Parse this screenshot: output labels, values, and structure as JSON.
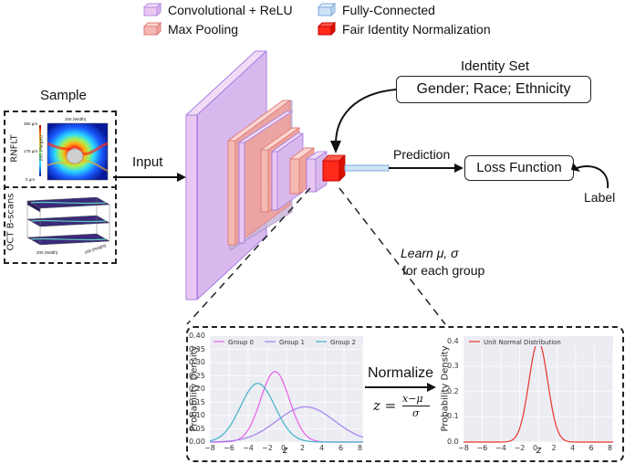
{
  "legend": [
    {
      "label": "Convolutional + ReLU",
      "color": "#e8c8f2",
      "edge": "#b78be0"
    },
    {
      "label": "Fully-Connected",
      "color": "#cfe3f7",
      "edge": "#7ea9d8"
    },
    {
      "label": "Max Pooling",
      "color": "#f4b9b3",
      "edge": "#e07d78"
    },
    {
      "label": "Fair Identity Normalization",
      "color": "#ff2a1a",
      "edge": "#c40000"
    }
  ],
  "sample": {
    "title": "Sample",
    "rnflt_label": "RNFLT",
    "oct_label": "OCT B-scans",
    "rnflt_width_tick": "200 (Width)",
    "rnflt_height_tick": "200 (Height)",
    "rnflt_cbar_top": "350 μm",
    "rnflt_cbar_mid": "175 μm",
    "rnflt_cbar_bot": "0 μm",
    "oct_width_tick": "200 (Width)",
    "oct_depth_tick": "200 (Height)"
  },
  "input_label": "Input",
  "identity_set": {
    "title": "Identity Set",
    "value": "Gender; Race; Ethnicity"
  },
  "prediction_label": "Prediction",
  "loss_label": "Loss Function",
  "label_text": "Label",
  "learn_text_line1": "Learn μ, σ",
  "learn_text_line2": "for each group",
  "normalize": {
    "title": "Normalize",
    "formula_lhs": "z =",
    "formula_num": "x−μ",
    "formula_den": "σ"
  },
  "left_plot": {
    "ylabel": "Probability Density",
    "xlabel": "z",
    "xticks": [
      "−8",
      "−6",
      "−4",
      "−2",
      "0",
      "2",
      "4",
      "6",
      "8"
    ],
    "yticks": [
      "0.00",
      "0.05",
      "0.10",
      "0.15",
      "0.20",
      "0.25",
      "0.30",
      "0.35",
      "0.40"
    ]
  },
  "right_plot": {
    "ylabel": "Probability Density",
    "xlabel": "z",
    "xticks": [
      "−8",
      "−6",
      "−4",
      "−2",
      "0",
      "2",
      "4",
      "6",
      "8"
    ],
    "yticks": [
      "0.0",
      "0.1",
      "0.2",
      "0.3",
      "0.4"
    ]
  },
  "chart_data": [
    {
      "type": "line",
      "xlabel": "z",
      "ylabel": "Probability Density",
      "xlim": [
        -8,
        8
      ],
      "ylim": [
        0,
        0.4
      ],
      "legend_position": "top",
      "series": [
        {
          "name": "Group 0",
          "color": "#e85ee8",
          "mean": -1.2,
          "std": 1.5
        },
        {
          "name": "Group 1",
          "color": "#a57ff0",
          "mean": 2.0,
          "std": 3.0
        },
        {
          "name": "Group 2",
          "color": "#3fb3c9",
          "mean": -3.0,
          "std": 1.8
        }
      ]
    },
    {
      "type": "line",
      "xlabel": "z",
      "ylabel": "Probability Density",
      "xlim": [
        -8,
        8
      ],
      "ylim": [
        0,
        0.42
      ],
      "legend_position": "top",
      "series": [
        {
          "name": "Unit Normal Distribution",
          "color": "#e8322a",
          "mean": 0,
          "std": 1
        }
      ]
    }
  ]
}
